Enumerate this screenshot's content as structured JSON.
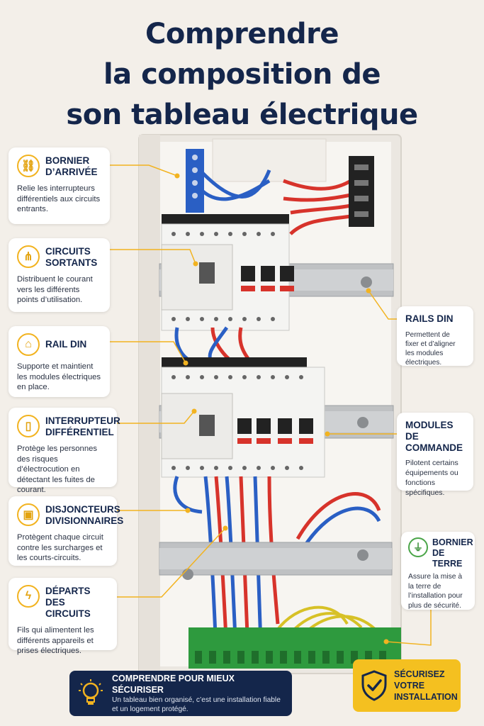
{
  "title": {
    "line1": "Comprendre",
    "line2": "la composition de",
    "line3": "son tableau électrique"
  },
  "left_callouts": [
    {
      "icon": "link-icon",
      "title_l1": "BORNIER",
      "title_l2": "D’ARRIVÉE",
      "text": "Relie les interrupteurs différentiels aux circuits entrants."
    },
    {
      "icon": "share-nodes-icon",
      "title_l1": "CIRCUITS",
      "title_l2": "SORTANTS",
      "text": "Distribuent le courant vers les différents points d’utilisation."
    },
    {
      "icon": "house-icon",
      "title_l1": "RAIL DIN",
      "title_l2": "",
      "text": "Supporte et maintient les modules électriques en place."
    },
    {
      "icon": "breaker-icon",
      "title_l1": "INTERRUPTEUR",
      "title_l2": "DIFFÉRENTIEL",
      "text": "Protège les personnes des risques d’électrocution en détectant les fuites de courant."
    },
    {
      "icon": "fuse-icon",
      "title_l1": "DISJONCTEURS",
      "title_l2": "DIVISIONNAIRES",
      "text": "Protègent chaque circuit contre les surcharges et les courts-circuits."
    },
    {
      "icon": "lightning-icon",
      "title_l1": "DÉPARTS",
      "title_l2": "DES CIRCUITS",
      "text": "Fils qui alimentent les différents appareils et prises électriques."
    }
  ],
  "right_callouts": [
    {
      "title_l1": "RAILS DIN",
      "title_l2": "",
      "text": "Permettent de fixer et d’aligner les modules électriques."
    },
    {
      "title_l1": "MODULES",
      "title_l2": "DE COMMANDE",
      "text": "Pilotent certains équipements ou fonctions spécifiques."
    },
    {
      "icon": "ground-icon",
      "title_l1": "BORNIER",
      "title_l2": "DE TERRE",
      "text": "Assure la mise à la terre de l’installation pour plus de sécurité."
    }
  ],
  "banner": {
    "title": "COMPRENDRE POUR MIEUX SÉCURISER",
    "text": "Un tableau bien organisé, c’est une installation fiable et un logement protégé."
  },
  "secure_badge": {
    "l1": "SÉCURISEZ",
    "l2": "VOTRE",
    "l3": "INSTALLATION"
  },
  "colors": {
    "navy": "#14264b",
    "accent_yellow": "#f2b320",
    "background": "#f3efe9",
    "wire_blue": "#2a5fc4",
    "wire_red": "#d7332b",
    "terminal_green": "#2e9a3e"
  }
}
